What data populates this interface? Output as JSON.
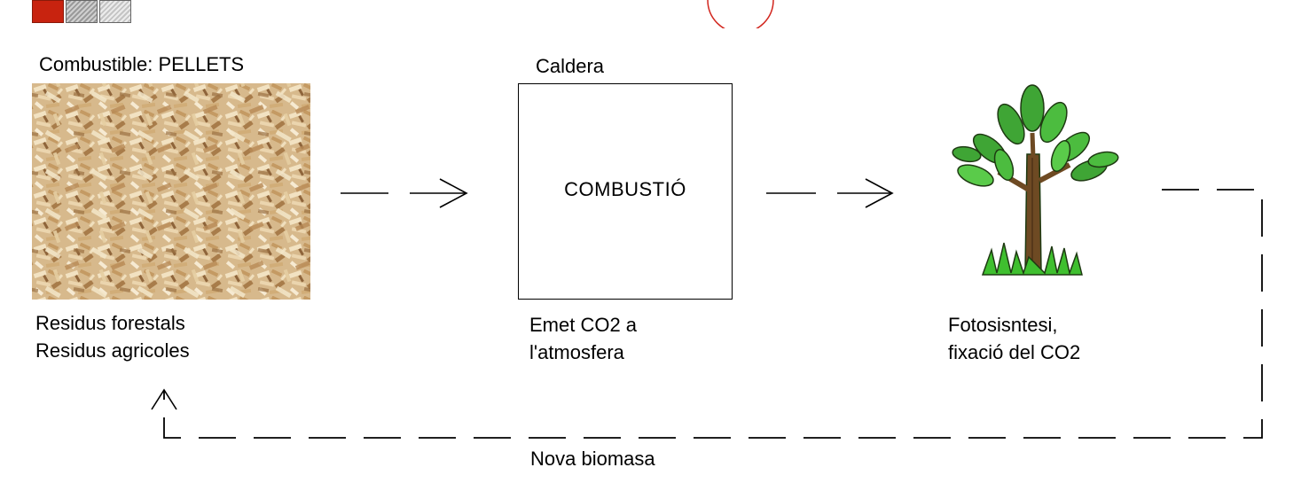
{
  "fuel": {
    "title": "Combustible: PELLETS",
    "sources": [
      "Residus forestals",
      "Residus agricoles"
    ]
  },
  "boiler": {
    "title": "Caldera",
    "process": "COMBUSTIÓ",
    "emission": [
      "Emet CO2 a",
      "l'atmosfera"
    ]
  },
  "tree": {
    "caption": [
      "Fotosisntesi,",
      "fixació del CO2"
    ]
  },
  "cycle": {
    "return_label": "Nova biomasa"
  },
  "colors": {
    "swatch_red": "#c8230f",
    "circle_red": "#d2261e",
    "leaf_green": "#3fa535",
    "trunk_brown": "#6e4a23"
  }
}
